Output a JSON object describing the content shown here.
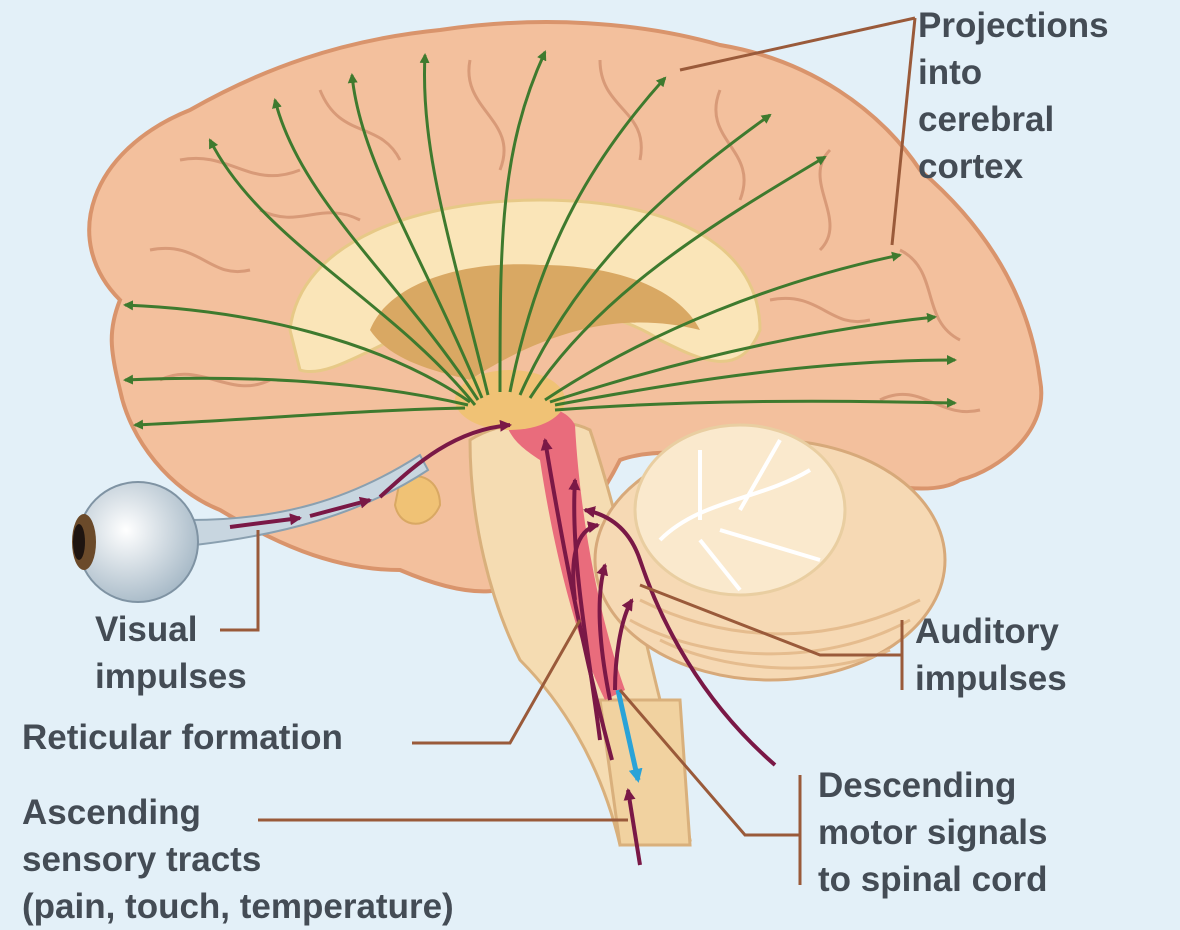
{
  "labels": {
    "projections": [
      "Projections",
      "into",
      "cerebral",
      "cortex"
    ],
    "visual": [
      "Visual",
      "impulses"
    ],
    "auditory": [
      "Auditory",
      "impulses"
    ],
    "reticular": "Reticular formation",
    "ascending": [
      "Ascending",
      "sensory tracts",
      "(pain, touch, temperature)"
    ],
    "descending": [
      "Descending",
      "motor signals",
      "to spinal cord"
    ]
  },
  "colors": {
    "background": "#e3f0f8",
    "cortex": "#f3c09d",
    "projection_arrows": "#3e7a2e",
    "impulse_arrows": "#7a1846",
    "descending_arrow": "#2aa3d8",
    "reticular_formation": "#e96c7c",
    "leader_lines": "#9a5a3a"
  }
}
